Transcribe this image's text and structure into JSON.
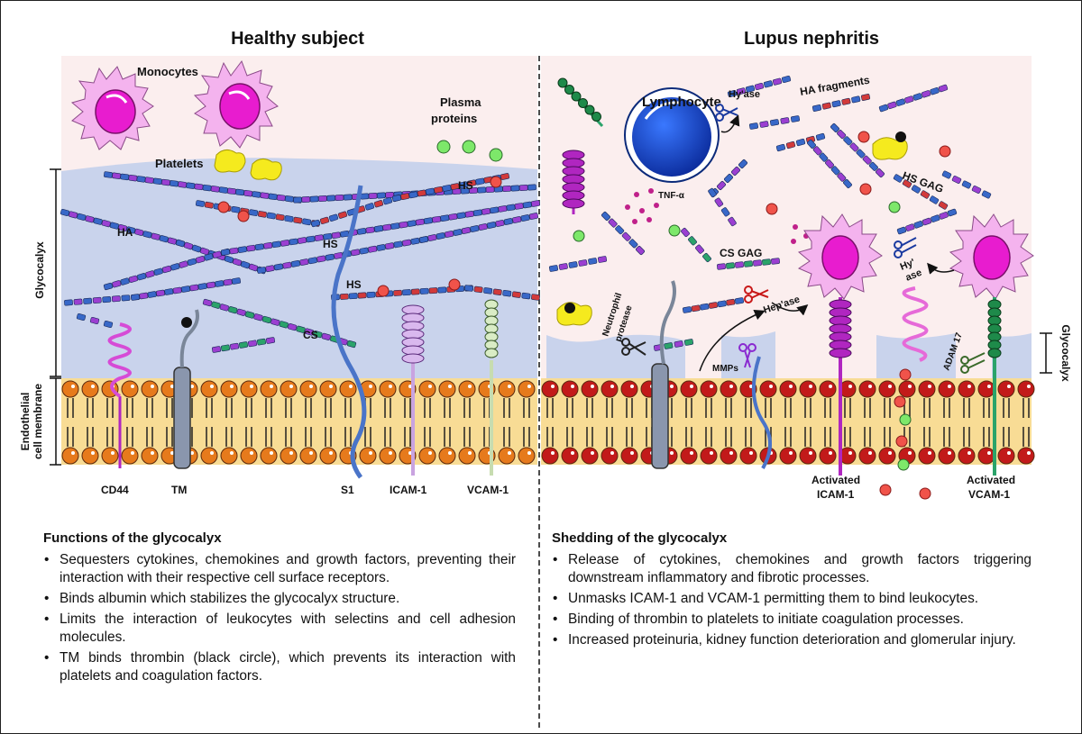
{
  "left_title": "Healthy subject",
  "right_title": "Lupus nephritis",
  "left_labels": {
    "monocytes": "Monocytes",
    "platelets": "Platelets",
    "plasma_proteins_1": "Plasma",
    "plasma_proteins_2": "proteins",
    "ha": "HA",
    "hs1": "HS",
    "hs2": "HS",
    "hs3": "HS",
    "cs": "CS",
    "glycocalyx": "Glycocalyx",
    "membrane_1": "Endothelial",
    "membrane_2": "cell membrane",
    "cd44": "CD44",
    "tm": "TM",
    "s1": "S1",
    "icam": "ICAM-1",
    "vcam": "VCAM-1"
  },
  "right_labels": {
    "lymphocyte": "Lymphocyte",
    "hyase1": "Hy'ase",
    "ha_fragments": "HA fragments",
    "tnf": "TNF-α",
    "hs_gag": "HS GAG",
    "cs_gag": "CS GAG",
    "hyase2_1": "Hy'",
    "hyase2_2": "ase",
    "hepase": "Hep'ase",
    "neutrophil_1": "Neutrophil",
    "neutrophil_2": "protease",
    "mmps": "MMPs",
    "adam": "ADAM 17",
    "glycocalyx": "Glycocalyx",
    "act_icam_1": "Activated",
    "act_icam_2": "ICAM-1",
    "act_vcam_1": "Activated",
    "act_vcam_2": "VCAM-1"
  },
  "functions": {
    "heading": "Functions of the glycocalyx",
    "items": [
      "Sequesters cytokines, chemokines and growth factors, preventing their interaction with their respective cell surface receptors.",
      "Binds albumin which stabilizes the glycocalyx structure.",
      "Limits the interaction of leukocytes with selectins and cell adhesion molecules.",
      "TM binds thrombin (black circle), which prevents its interaction with platelets and coagulation factors."
    ]
  },
  "shedding": {
    "heading": "Shedding of the glycocalyx",
    "items": [
      "Release of cytokines, chemokines and growth factors triggering downstream inflammatory and fibrotic processes.",
      "Unmasks ICAM-1 and VCAM-1 permitting them to bind leukocytes.",
      "Binding of thrombin to platelets to initiate coagulation processes.",
      "Increased proteinuria, kidney function deterioration and glomerular injury."
    ]
  },
  "colors": {
    "lumen": "#fbeeee",
    "glycocalyx": "#c9d3ec",
    "membrane": "#f8dc95",
    "lipid_healthy": "#e67a1c",
    "lipid_lupus": "#c21a1a",
    "monocyte": "#f4b3ee",
    "nucleus": "#e81ccf",
    "lymphocyte": "#1a4fd6",
    "platelet": "#f5ea1e",
    "chain_blue": "#3868c8",
    "chain_purple": "#9b3fd1",
    "chain_red": "#d23a3a",
    "chain_green": "#2ba36a"
  }
}
